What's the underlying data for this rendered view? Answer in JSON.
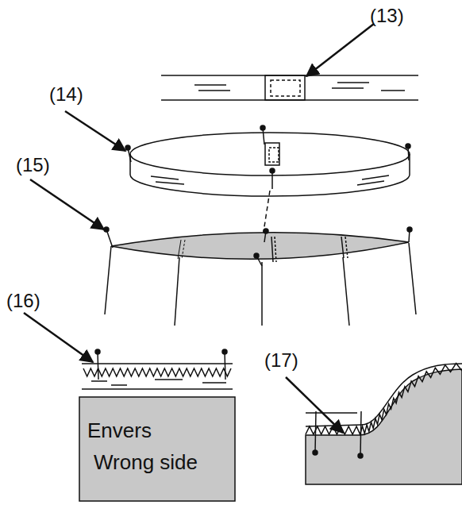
{
  "diagram": {
    "nodes": [
      {
        "text": [
          "Envers",
          "Wrong side"
        ]
      }
    ],
    "labels": [
      "(13)",
      "(14)",
      "(15)",
      "(16)",
      "(17)"
    ]
  }
}
